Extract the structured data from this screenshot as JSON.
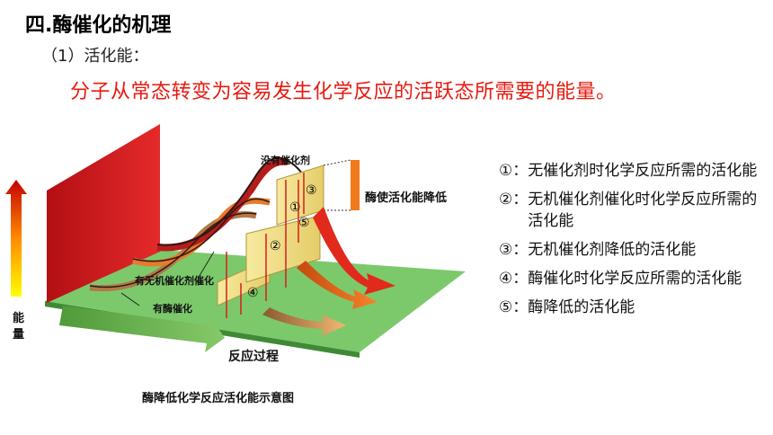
{
  "heading": "四.酶催化的机理",
  "subheading": "（1）活化能：",
  "definition": "分子从常态转变为容易发生化学反应的活跃态所需要的能量。",
  "diagram": {
    "label_no_catalyst": "没有催化剂",
    "label_inorganic": "有无机催化剂催化",
    "label_enzyme": "有酶催化",
    "label_enzyme_lowers": "酶使活化能降低",
    "axis_y": "能量",
    "axis_y_line1": "能",
    "axis_y_line2": "量",
    "axis_x": "反应过程",
    "caption": "酶降低化学反应活化能示意图",
    "markers": [
      "①",
      "②",
      "③",
      "④",
      "⑤"
    ]
  },
  "legend": [
    {
      "num": "①：",
      "text": "无催化剂时化学反应所需的活化能"
    },
    {
      "num": "②：",
      "text": "无机催化剂催化时化学反应所需的活化能"
    },
    {
      "num": "③：",
      "text": "无机催化剂降低的活化能"
    },
    {
      "num": "④：",
      "text": "酶催化时化学反应所需的活化能"
    },
    {
      "num": "⑤：",
      "text": "酶降低的活化能"
    }
  ],
  "colors": {
    "definition_red": "#e8190f",
    "platform_green": "#7cc96c",
    "wall_red": "#d8191f",
    "panel_yellow": "#f2df8a"
  }
}
